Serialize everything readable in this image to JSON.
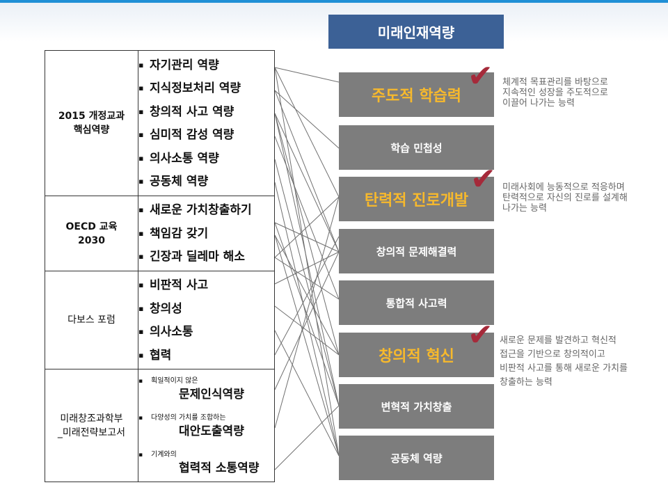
{
  "title": "미래인재역량",
  "groups": [
    {
      "name_lines": [
        "2015 개정교과",
        "핵심역량"
      ],
      "items": [
        "자기관리 역량",
        "지식정보처리 역량",
        "창의적 사고 역량",
        "심미적 감성 역량",
        "의사소통 역량",
        "공동체 역량"
      ]
    },
    {
      "name_lines": [
        "OECD 교육",
        "2030"
      ],
      "items": [
        "새로운 가치창출하기",
        "책임감 갖기",
        "긴장과 딜레마 해소"
      ]
    },
    {
      "name_lines": [
        "다보스 포럼"
      ],
      "items": [
        "비판적 사고",
        "창의성",
        "의사소통",
        "협력"
      ]
    },
    {
      "name_lines": [
        "미래창조과학부",
        "_미래전략보고서"
      ],
      "future_items": [
        {
          "small": "획일적이지 않은",
          "big": "문제인식역량"
        },
        {
          "small": "다양성의 가치를 조합하는",
          "big": "대안도출역량"
        },
        {
          "small": "기계와의",
          "big": "협력적 소통역량"
        }
      ]
    }
  ],
  "targets": [
    "주도적 학습력",
    "학습 민첩성",
    "탄력적 진로개발",
    "창의적 문제해결력",
    "통합적 사고력",
    "창의적 혁신",
    "변혁적 가치창출",
    "공동체 역량"
  ],
  "highlight_color": "#f7b92c",
  "check_icon": "check-mark-icon",
  "descriptions": [
    [
      "체계적 목표관리를 바탕으로",
      "지속적인 성장을 주도적으로",
      "이끌어 나가는 능력"
    ],
    [
      "미래사회에 능동적으로 적응하며",
      "탄력적으로 자신의 진로를 설계해",
      "나가는 능력"
    ],
    [
      "새로운 문제를 발견하고 혁신적",
      "접근을 기반으로 창의적이고",
      "비판적 사고를 통해 새로운 가치를",
      "창출하는 능력"
    ]
  ]
}
